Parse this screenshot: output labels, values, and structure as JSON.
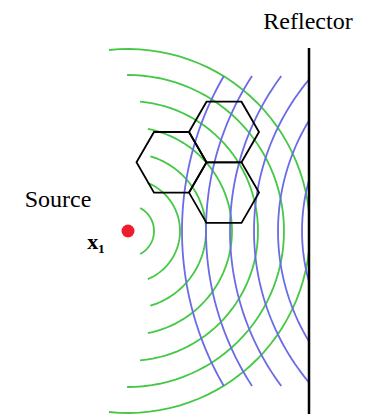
{
  "diagram": {
    "labels": [
      "Reflector",
      "Source",
      "x₁"
    ]
  }
}
